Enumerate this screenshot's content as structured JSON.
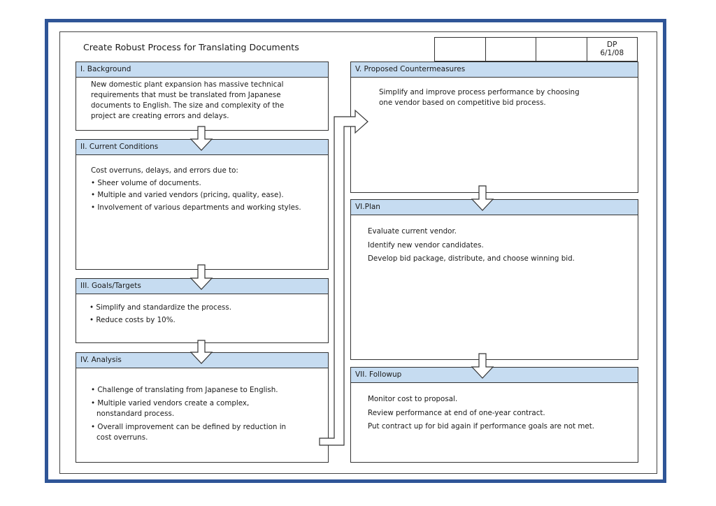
{
  "title": "Create Robust Process for Translating Documents",
  "stamp": {
    "line1": "DP",
    "line2": "6/1/08"
  },
  "sections": {
    "background": {
      "heading": "I. Background",
      "lines": [
        "New domestic plant expansion has massive technical",
        "requirements that must be translated from Japanese",
        "documents to English. The size and complexity of the",
        "project are creating errors and delays."
      ]
    },
    "current": {
      "heading": "II. Current Conditions",
      "intro": "Cost overruns, delays, and errors due to:",
      "bullets": [
        "• Sheer volume of documents.",
        "• Multiple and varied vendors (pricing, quality, ease).",
        "• Involvement of various departments and working styles."
      ]
    },
    "goals": {
      "heading": "III. Goals/Targets",
      "bullets": [
        "• Simplify and standardize the process.",
        "• Reduce costs by 10%."
      ]
    },
    "analysis": {
      "heading": "IV. Analysis",
      "bullets": [
        "• Challenge of translating from Japanese to English.",
        "• Multiple varied vendors create a complex,",
        "nonstandard process.",
        "• Overall improvement can be defined by reduction in",
        "cost overruns."
      ]
    },
    "countermeasures": {
      "heading": "V. Proposed Countermeasures",
      "lines": [
        "Simplify and improve process performance by choosing",
        "one vendor based on competitive bid process."
      ]
    },
    "plan": {
      "heading": "VI.Plan",
      "lines": [
        "Evaluate current vendor.",
        "Identify new vendor candidates.",
        "Develop bid package, distribute, and choose winning bid."
      ]
    },
    "followup": {
      "heading": "VII. Followup",
      "lines": [
        "Monitor cost to proposal.",
        "Review performance at end of one-year contract.",
        "Put contract up for bid again if performance goals are not met."
      ]
    }
  }
}
